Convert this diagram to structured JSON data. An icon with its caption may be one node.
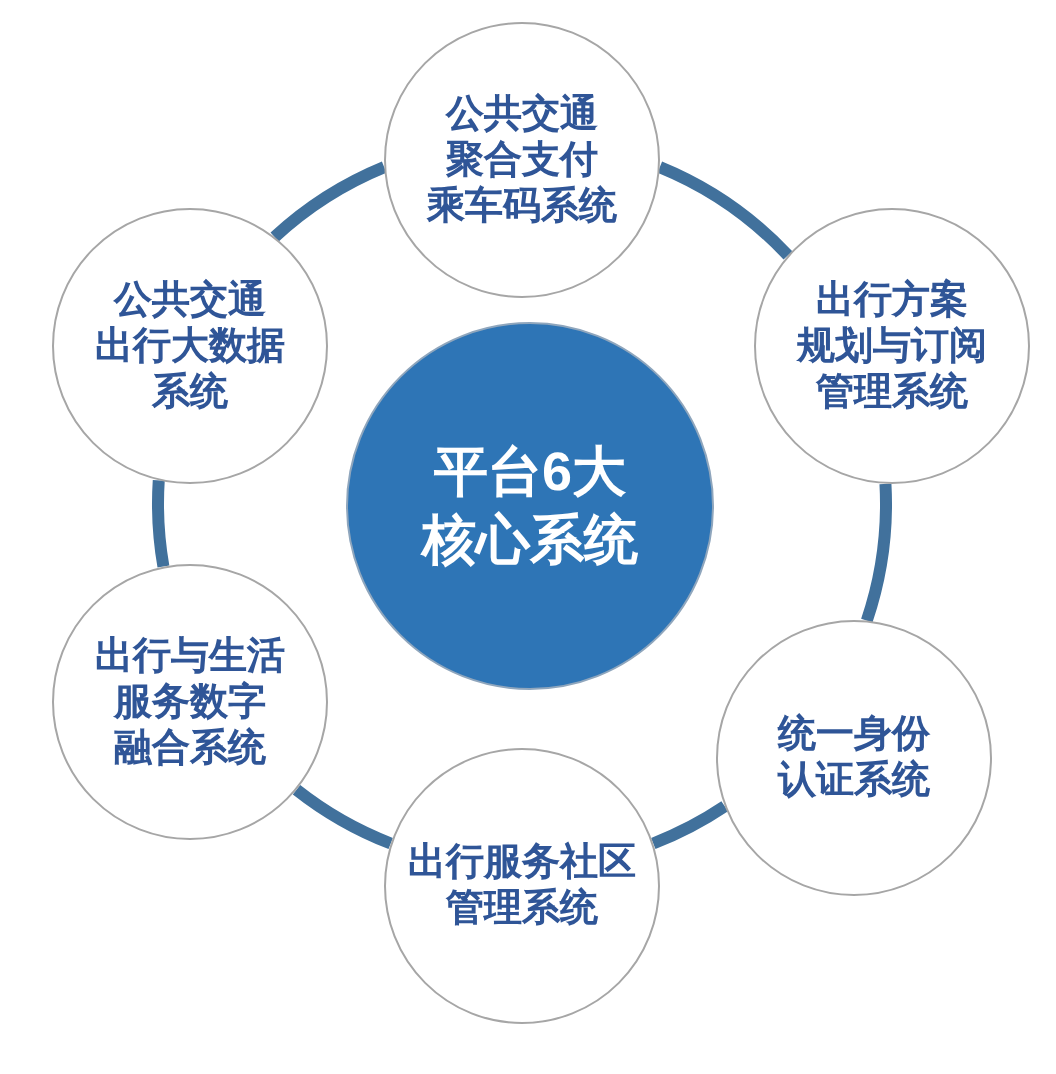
{
  "diagram": {
    "nodes": [
      {
        "text": [
          "平台6大核心系统"
        ]
      },
      {
        "text": [
          "公共交通聚合支付乘车码系统"
        ]
      },
      {
        "text": [
          "出行方案规划与订阅管理系统"
        ]
      },
      {
        "text": [
          "统一身份认证系统"
        ]
      },
      {
        "text": [
          "出行服务社区管理系统"
        ]
      },
      {
        "text": [
          "出行与生活服务数字融合系统"
        ]
      },
      {
        "text": [
          "公共交通出行大数据系统"
        ]
      }
    ],
    "edges": [
      {
        "from": 1,
        "to": 2,
        "arrow": "none"
      },
      {
        "from": 2,
        "to": 3,
        "arrow": "none"
      },
      {
        "from": 3,
        "to": 4,
        "arrow": "none"
      },
      {
        "from": 4,
        "to": 5,
        "arrow": "none"
      },
      {
        "from": 5,
        "to": 6,
        "arrow": "none"
      },
      {
        "from": 6,
        "to": 1,
        "arrow": "none"
      }
    ]
  }
}
